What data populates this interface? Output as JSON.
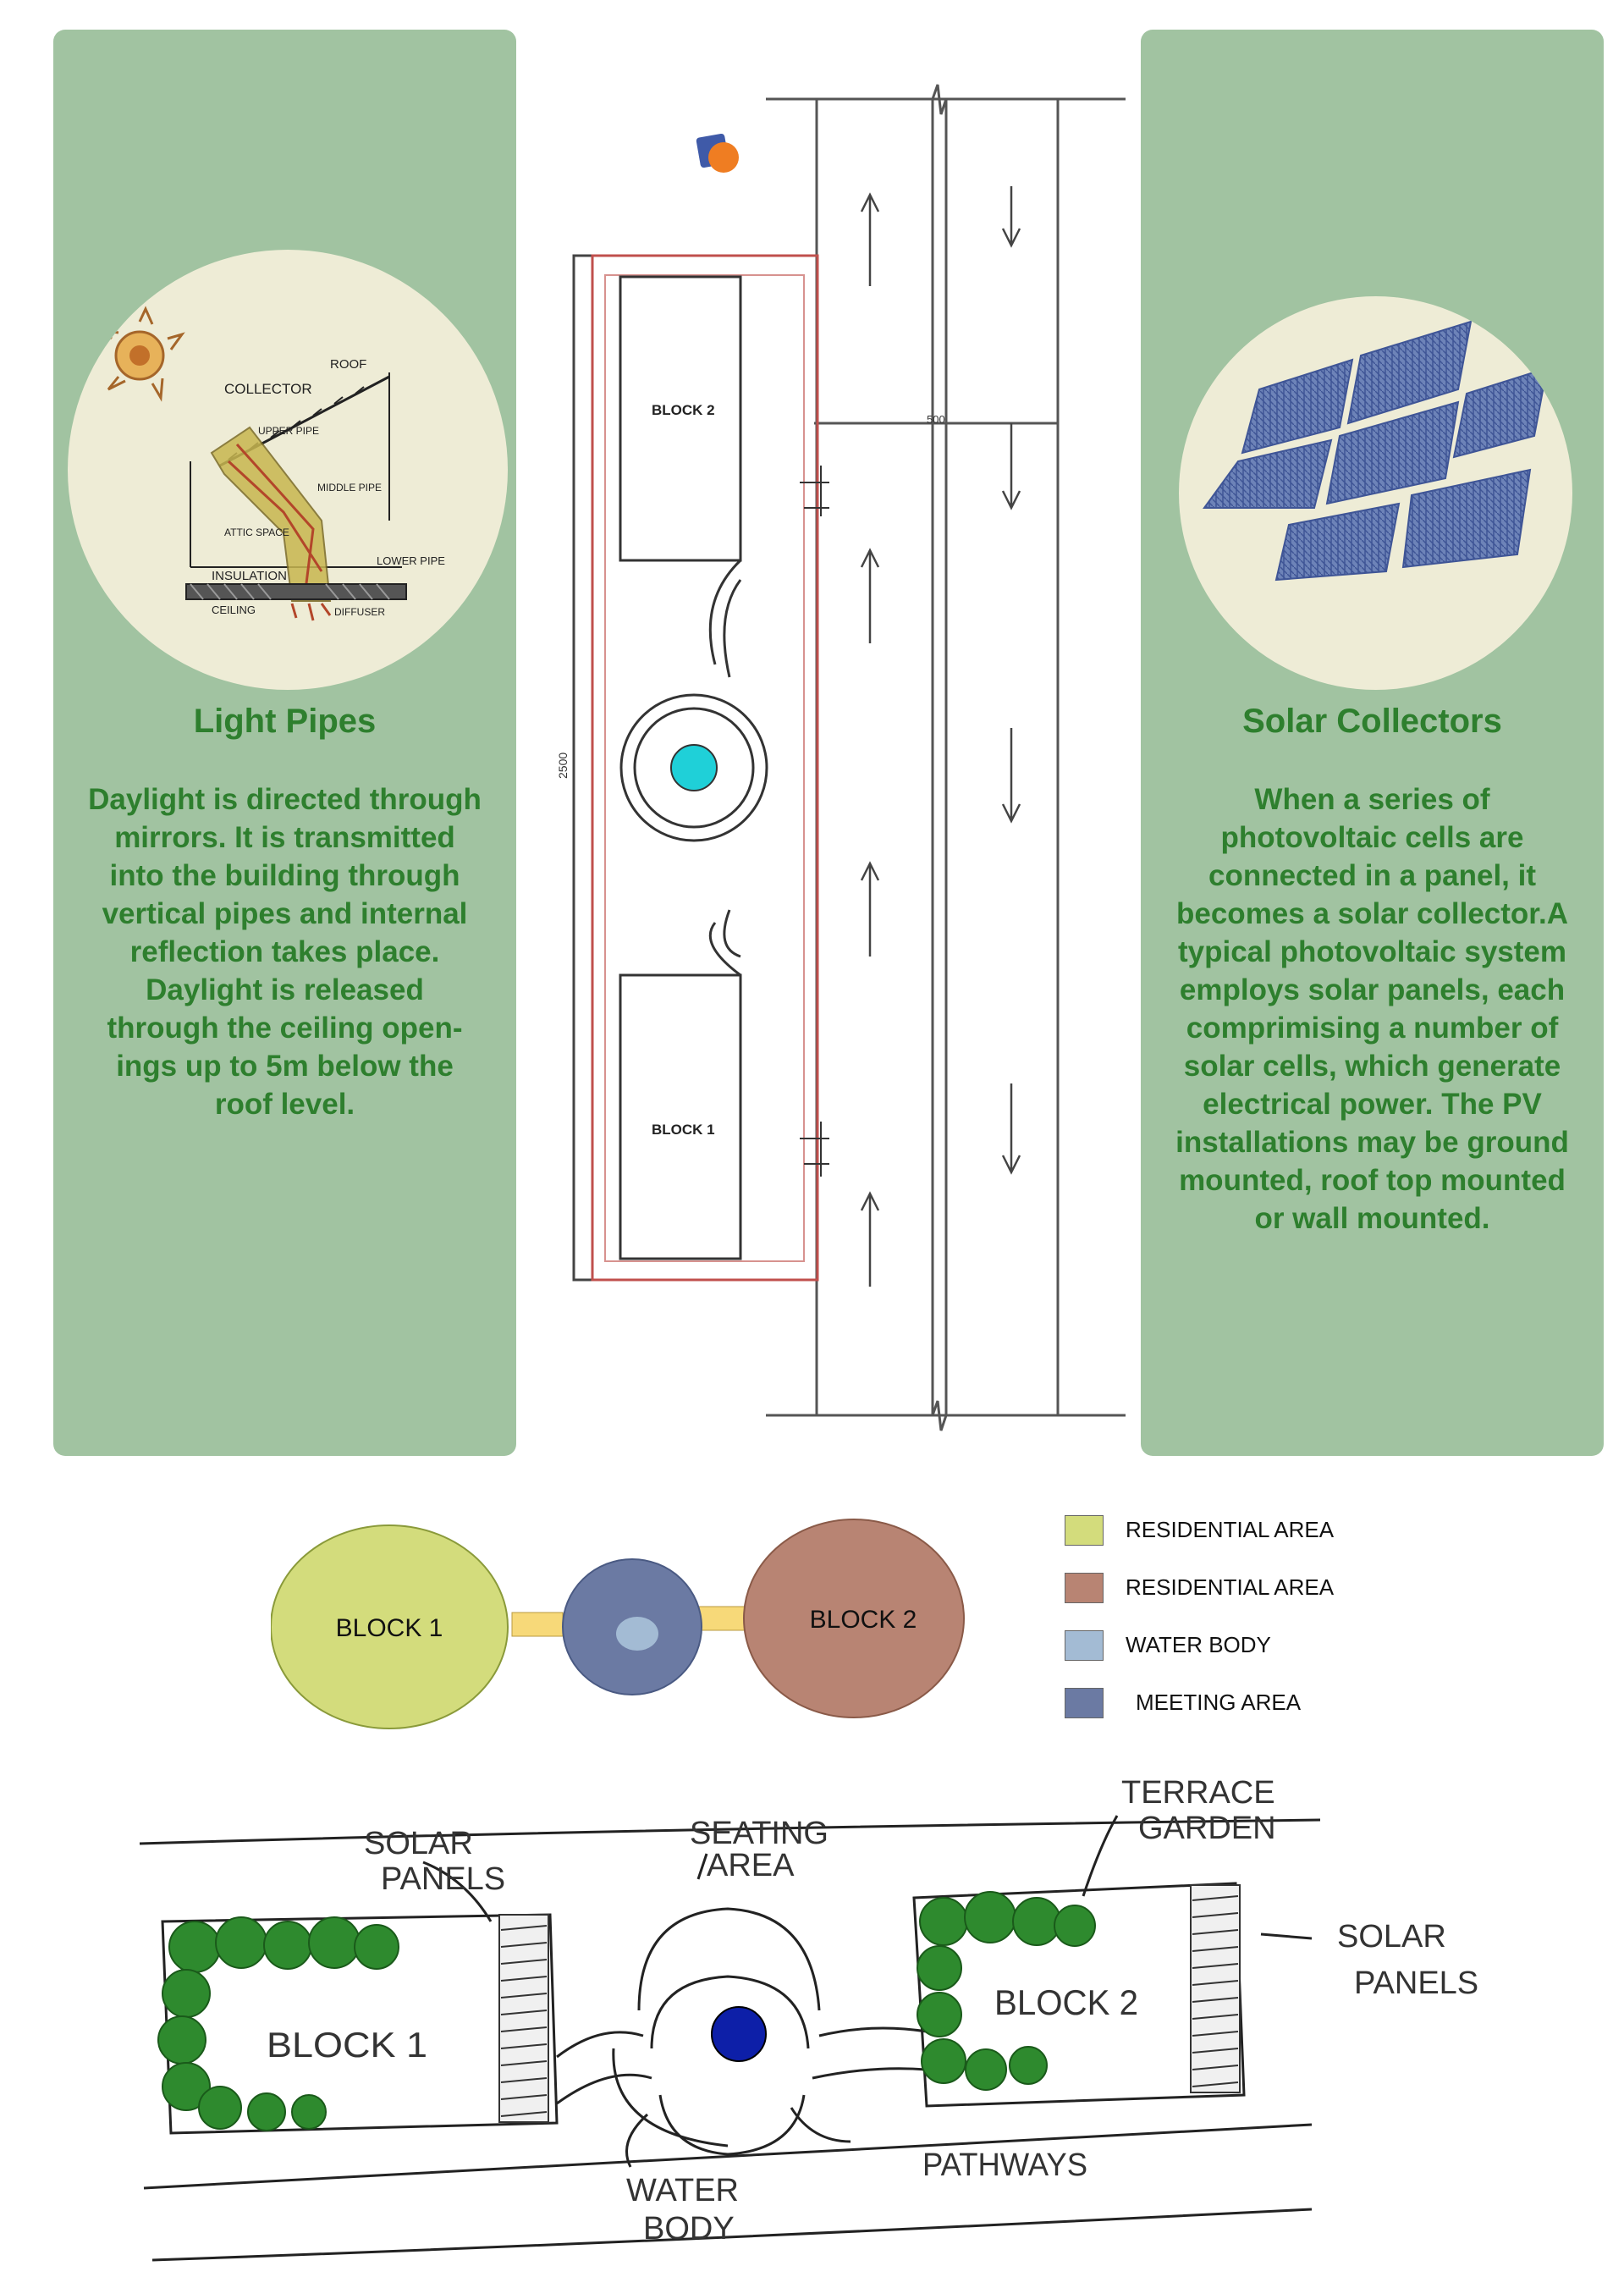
{
  "left_panel": {
    "title": "Light Pipes",
    "body": "Daylight is directed through mirrors. It is transmitted into the building through vertical pipes and internal reflection takes place. Daylight is released through the ceiling open-ings up to 5m below the roof level.",
    "sketch_labels": {
      "roof": "ROOF",
      "collector": "COLLECTOR",
      "upper_pipe": "UPPER PIPE",
      "middle_pipe": "MIDDLE PIPE",
      "attic": "ATTIC SPACE",
      "lower_pipe": "LOWER PIPE",
      "insulation": "INSULATION",
      "ceiling": "CEILING",
      "diffuser": "DIFFUSER"
    }
  },
  "right_panel": {
    "title": "Solar Collectors",
    "body": "When a series of photovoltaic cells are connected in a panel, it becomes a solar collector.A typical photovoltaic system employs solar panels, each comprimising a number of solar cells, which generate electrical power. The PV installations may be ground mounted, roof top mounted or wall mounted."
  },
  "site_plan": {
    "block_top": "BLOCK 2",
    "block_bottom": "BLOCK 1",
    "dim_length": "2500",
    "dim_road": "500"
  },
  "bubble_diagram": {
    "block1": "BLOCK 1",
    "block2": "BLOCK 2",
    "colors": {
      "block1": "#d3dc7c",
      "block2": "#b88473",
      "meeting": "#6b7aa3",
      "water": "#a3bbd4",
      "connector": "#f7d979"
    }
  },
  "legend": [
    {
      "label": "RESIDENTIAL AREA",
      "color": "#d3dc7c"
    },
    {
      "label": "RESIDENTIAL AREA",
      "color": "#b88473"
    },
    {
      "label": "WATER BODY",
      "color": "#a3bbd4"
    },
    {
      "label": "MEETING AREA",
      "color": "#6b7aa3"
    }
  ],
  "sketch": {
    "solar_panels_left": "SOLAR PANELS",
    "seating_area": "SEATING AREA",
    "terrace_garden": "TERRACE GARDEN",
    "solar_panels_right": "SOLAR PANELS",
    "block1": "BLOCK 1",
    "block2": "BLOCK 2",
    "water_body": "WATER BODY",
    "pathways": "PATHWAYS"
  }
}
